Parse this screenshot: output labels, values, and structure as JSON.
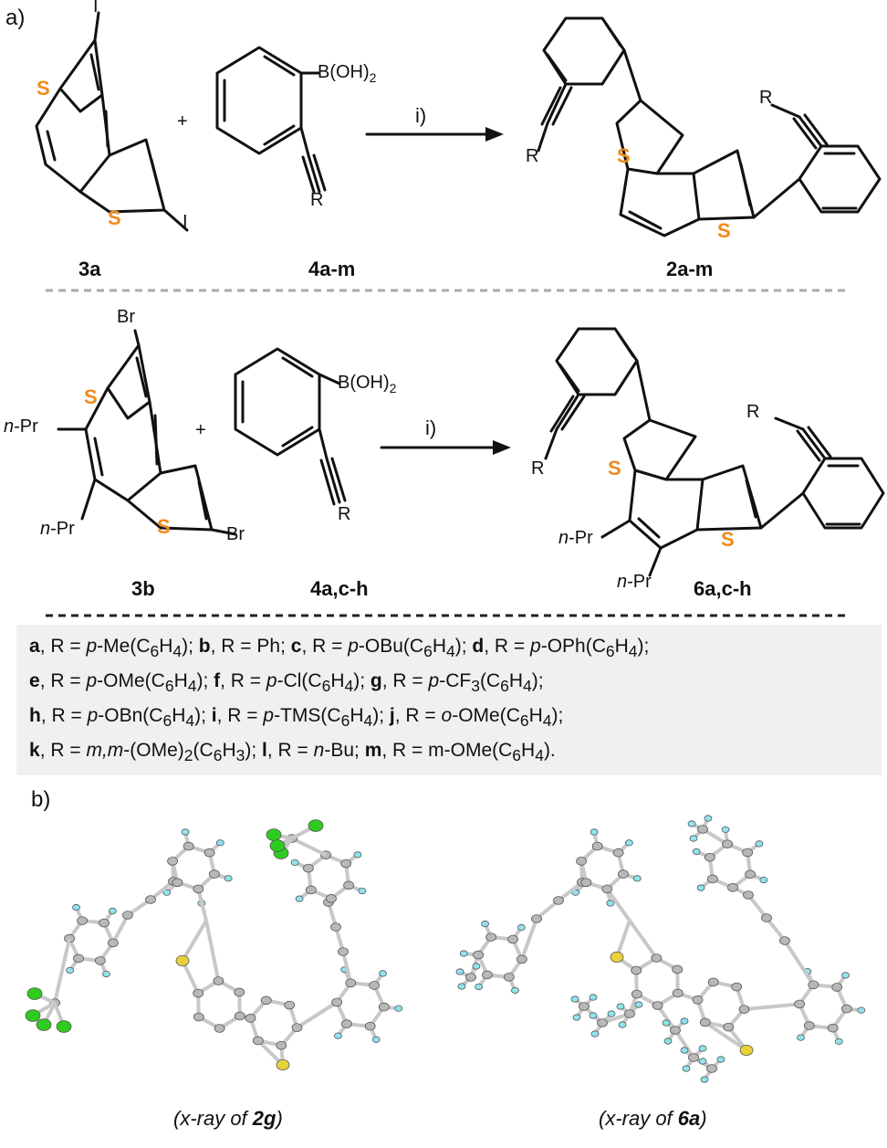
{
  "panel_a_label": "a)",
  "panel_b_label": "b)",
  "scheme1": {
    "reactant1": "3a",
    "reactant2": "4a-m",
    "product": "2a-m",
    "condition": "i)",
    "boronic_acid": "B(OH)",
    "boronic_sub": "2",
    "iodo": "I",
    "r_group": "R",
    "sulfur": "S"
  },
  "scheme2": {
    "reactant1": "3b",
    "reactant2": "4a,c-h",
    "product": "6a,c-h",
    "condition": "i)",
    "boronic_acid": "B(OH)",
    "boronic_sub": "2",
    "bromo": "Br",
    "r_group": "R",
    "sulfur": "S",
    "propyl_prefix": "n",
    "propyl_suffix": "-Pr"
  },
  "legend_lines": [
    "a, R = p-Me(C6H4); b, R = Ph; c, R = p-OBu(C6H4); d, R = p-OPh(C6H4);",
    "e, R = p-OMe(C6H4); f, R = p-Cl(C6H4); g, R = p-CF3(C6H4);",
    "h, R = p-OBn(C6H4); i, R = p-TMS(C6H4); j, R = o-OMe(C6H4);",
    "k, R = m,m-(OMe)2(C6H3); l, R = n-Bu; m, R = m-OMe(C6H4)."
  ],
  "captions": {
    "left": "(x-ray of 2g)",
    "right": "(x-ray of 6a)"
  },
  "colors": {
    "sulfur_label": "#f08a1c",
    "atom_carbon": "#b8b8b8",
    "atom_hydrogen": "#8fe3ee",
    "atom_sulfur": "#e8d23a",
    "atom_fluorine": "#2ecc1f",
    "legend_bg": "#f0f0f0"
  }
}
